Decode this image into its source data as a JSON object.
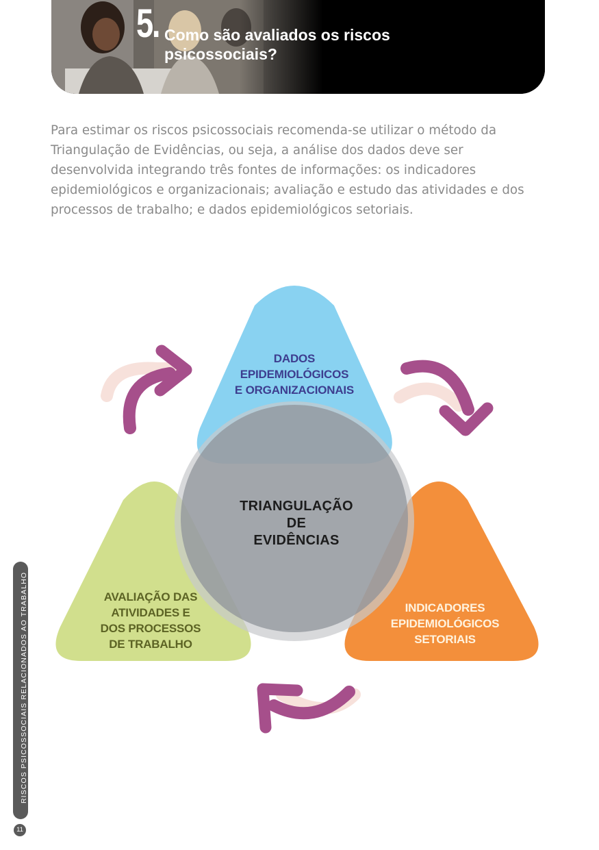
{
  "header": {
    "number": "5.",
    "title": "Como são avaliados os riscos psicossociais?"
  },
  "intro": "Para estimar os riscos psicossociais recomenda-se utilizar o método da Triangulação de Evidências, ou seja, a análise dos dados deve ser desenvolvida integrando três fontes de informações: os indicadores epidemiológicos e organizacionais; avaliação e estudo das atividades e dos processos de trabalho; e dados epidemiológicos setoriais.",
  "diagram": {
    "center": [
      "TRIANGULAÇÃO",
      "DE",
      "EVIDÊNCIAS"
    ],
    "top": [
      "DADOS",
      "EPIDEMIOLÓGICOS",
      "E ORGANIZACIONAIS"
    ],
    "left": [
      "AVALIAÇÃO DAS",
      "ATIVIDADES E",
      "DOS PROCESSOS",
      "DE TRABALHO"
    ],
    "right": [
      "INDICADORES",
      "EPIDEMIOLÓGICOS",
      "SETORIAIS"
    ],
    "colors": {
      "top": "#7fcef0",
      "left": "#cddc83",
      "right": "#f28a33",
      "center": "#8d9298",
      "arrows": "#a64f8b"
    }
  },
  "side_tab": {
    "text": "RISCOS PSICOSSOCIAIS RELACIONADOS AO TRABALHO",
    "page": "11"
  }
}
